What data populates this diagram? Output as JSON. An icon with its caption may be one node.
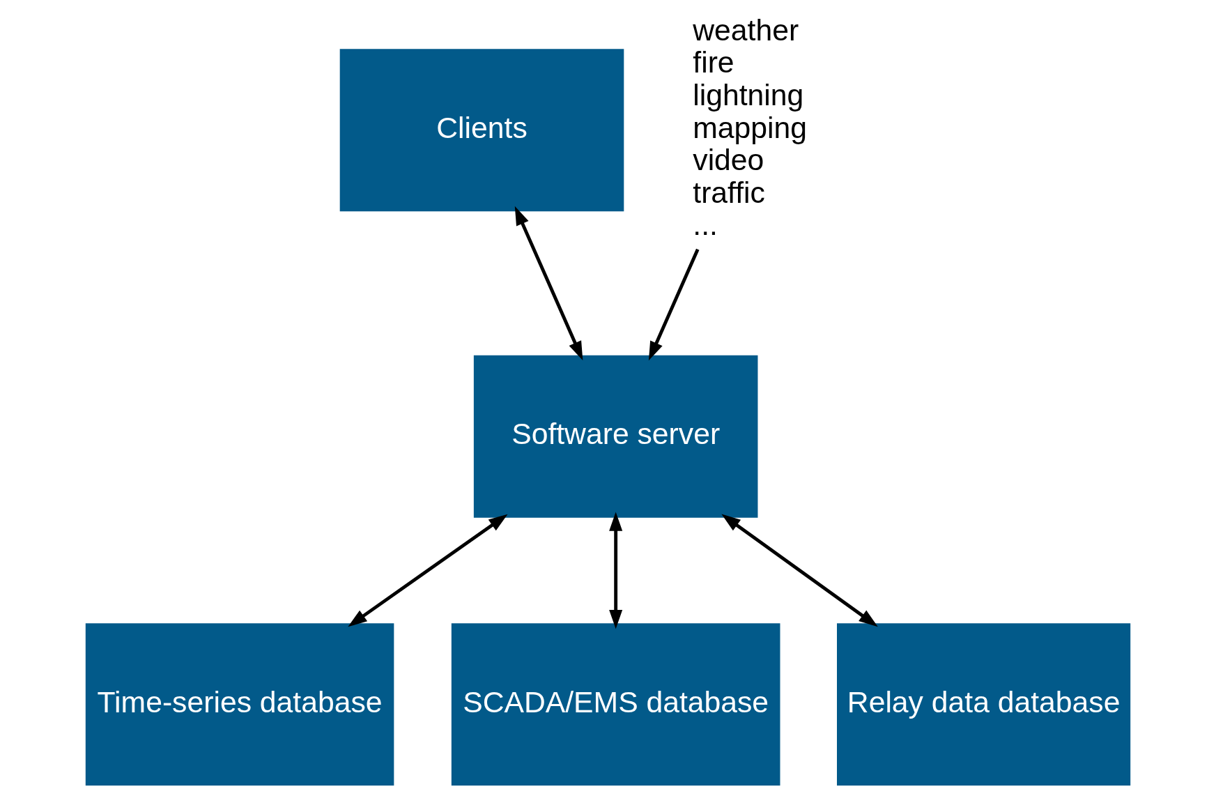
{
  "diagram": {
    "nodes": [
      {
        "text": [
          "Clients"
        ]
      },
      {
        "text": [
          "weather",
          "fire",
          "lightning",
          "mapping",
          "video",
          "traffic",
          "..."
        ]
      },
      {
        "text": [
          "Software server"
        ]
      },
      {
        "text": [
          "Time-series database"
        ]
      },
      {
        "text": [
          "SCADA/EMS database"
        ]
      },
      {
        "text": [
          "Relay data database"
        ]
      }
    ],
    "edges": [
      {
        "from": 0,
        "to": 2,
        "arrow": "both"
      },
      {
        "from": 1,
        "to": 2,
        "arrow": "to"
      },
      {
        "from": 2,
        "to": 3,
        "arrow": "both"
      },
      {
        "from": 2,
        "to": 4,
        "arrow": "both"
      },
      {
        "from": 2,
        "to": 5,
        "arrow": "both"
      }
    ]
  }
}
